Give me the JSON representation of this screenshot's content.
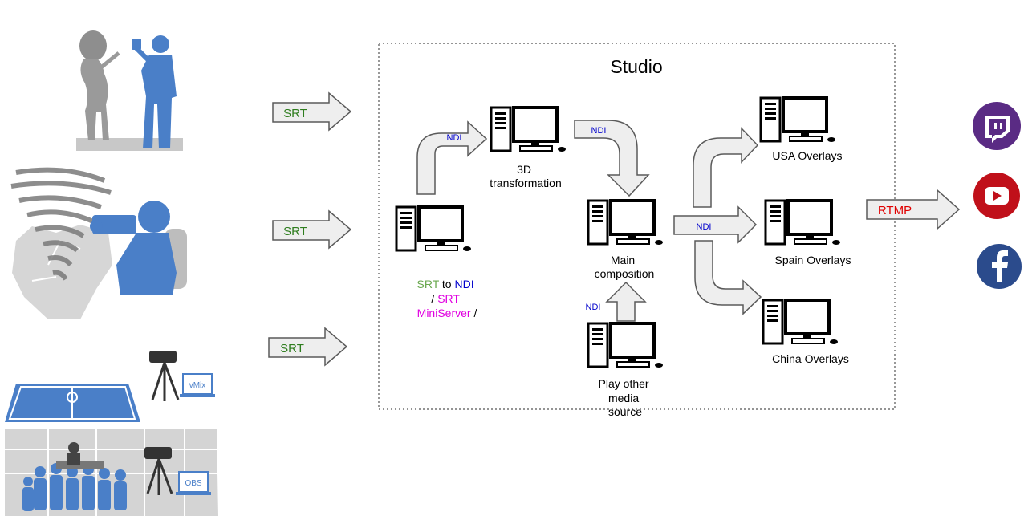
{
  "studio": {
    "title": "Studio"
  },
  "inputs": [
    {
      "label": "SRT"
    },
    {
      "label": "SRT"
    },
    {
      "label": "SRT"
    }
  ],
  "nodes": {
    "converter": {
      "parts": [
        {
          "text": "SRT",
          "color": "#6aa84f"
        },
        {
          "text": " to ",
          "color": "#000000"
        },
        {
          "text": "NDI",
          "color": "#0000cc"
        },
        {
          "text": "/ ",
          "color": "#000000"
        },
        {
          "text": "SRT",
          "color": "#e000e0"
        },
        {
          "text": "MiniServer",
          "color": "#e000e0"
        },
        {
          "text": " /",
          "color": "#000000"
        }
      ]
    },
    "transform3d": {
      "line1": "3D",
      "line2": "transformation"
    },
    "main": {
      "line1": "Main",
      "line2": "composition"
    },
    "media": {
      "line1": "Play other",
      "line2": "media",
      "line3": "source"
    },
    "usa": {
      "label": "USA Overlays"
    },
    "spain": {
      "label": "Spain Overlays"
    },
    "china": {
      "label": "China Overlays"
    }
  },
  "arrows": {
    "ndi_up": "NDI",
    "ndi_down": "NDI",
    "ndi_media": "NDI",
    "ndi_split": "NDI",
    "output": "RTMP"
  },
  "sources": {
    "vmix_label": "vMix",
    "obs_label": "OBS"
  },
  "platforms": [
    {
      "name": "twitch-icon",
      "color": "#5a2b84"
    },
    {
      "name": "youtube-icon",
      "color": "#c0101a"
    },
    {
      "name": "facebook-icon",
      "color": "#2b4b8c"
    }
  ],
  "colors": {
    "srt_green": "#2e7d1e",
    "ndi_blue": "#0000cc",
    "rtmp_red": "#e00000",
    "arrow_fill": "#eeeeee",
    "arrow_stroke": "#5a5a5a",
    "person_blue": "#4a7fc8"
  }
}
